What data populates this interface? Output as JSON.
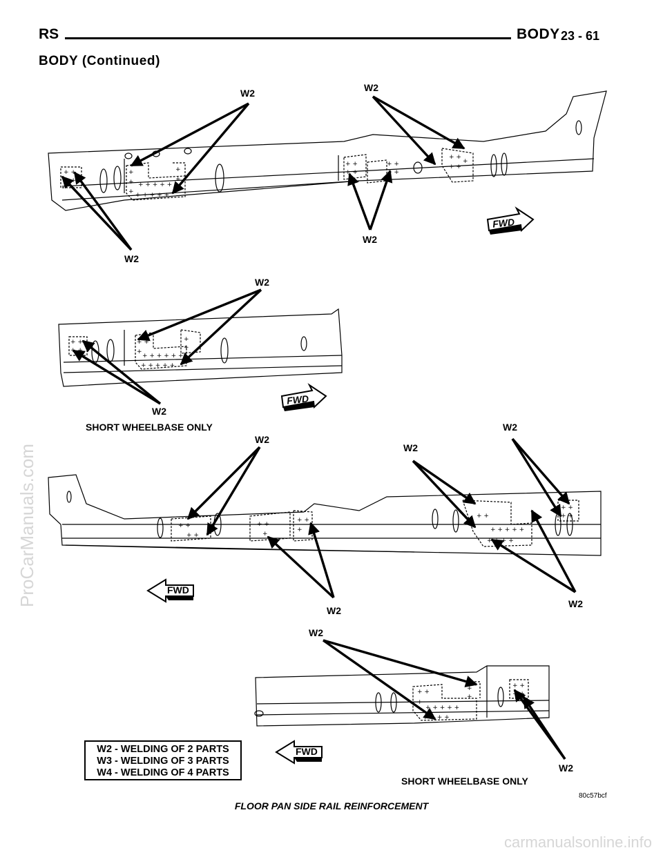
{
  "header": {
    "left": "RS",
    "right": "BODY",
    "page": "23 - 61"
  },
  "section_title": "BODY (Continued)",
  "diagram": {
    "weld_label": "W2",
    "fwd_label": "FWD",
    "short_wheelbase_label": "SHORT WHEELBASE ONLY",
    "legend": [
      "W2 - WELDING OF 2 PARTS",
      "W3 - WELDING OF 3 PARTS",
      "W4 - WELDING OF 4 PARTS"
    ],
    "figure_code": "80c57bcf",
    "caption": "FLOOR PAN SIDE RAIL REINFORCEMENT"
  },
  "watermarks": {
    "side": "ProCarManuals.com",
    "bottom": "carmanualsonline.info"
  }
}
